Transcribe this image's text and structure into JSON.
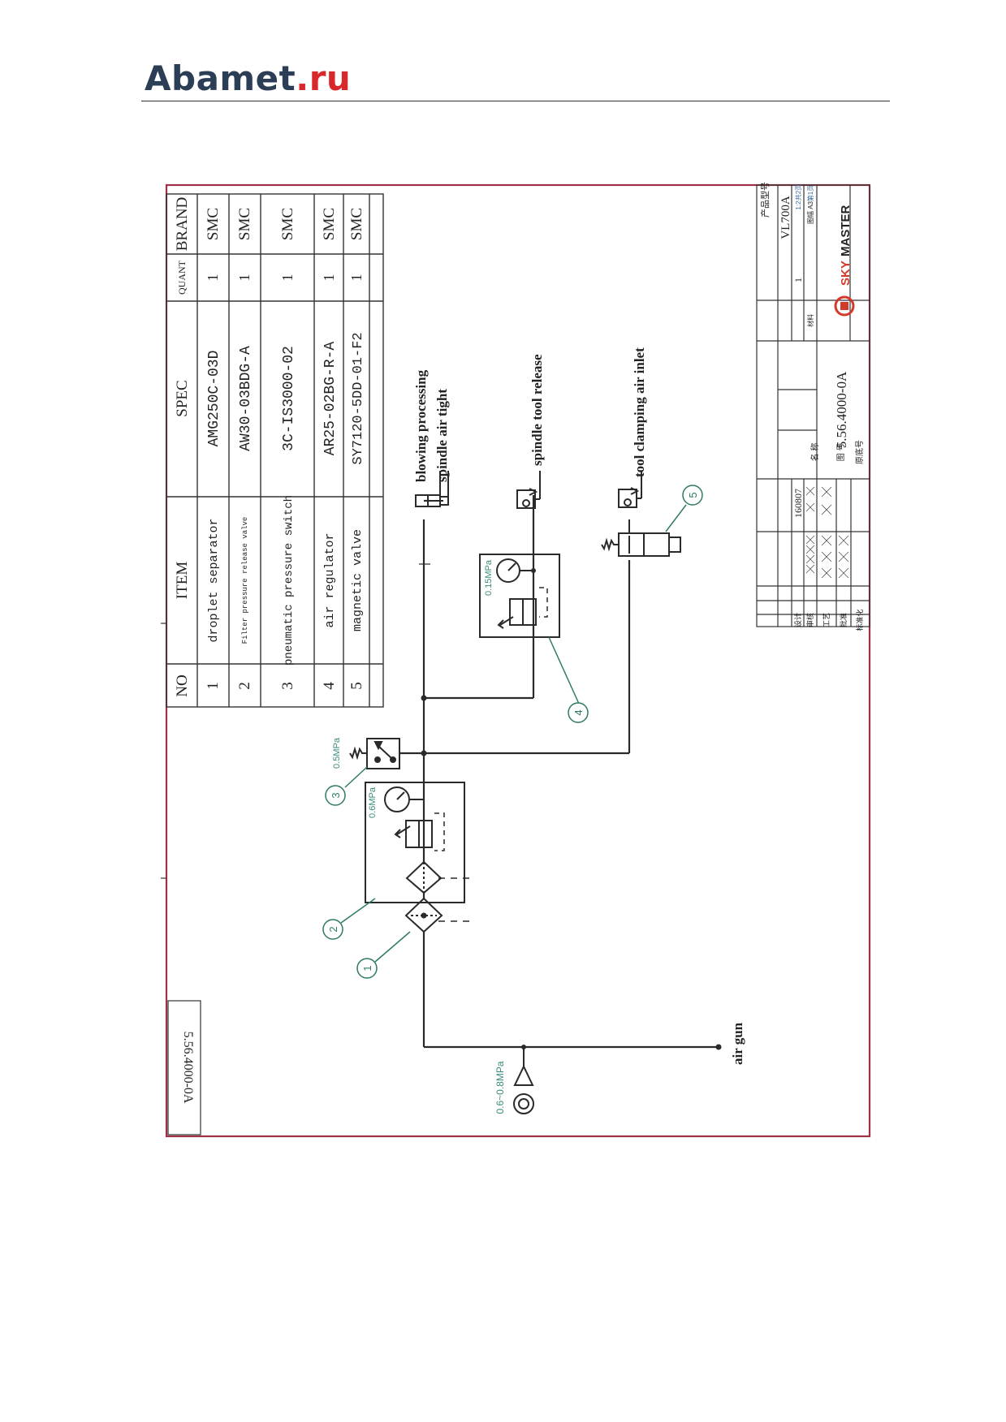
{
  "header": {
    "logo_name": "Abamet",
    "logo_tld": ".ru"
  },
  "drawing": {
    "margin_number": "5.56.4000-0A",
    "bom": {
      "headers": [
        "NO",
        "ITEM",
        "SPEC",
        "QUANT",
        "BRAND"
      ],
      "rows": [
        {
          "no": "1",
          "item": "droplet separator",
          "spec": "AMG250C-03D",
          "quant": "1",
          "brand": "SMC"
        },
        {
          "no": "2",
          "item": "Filter pressure release valve",
          "spec": "AW30-03BDG-A",
          "quant": "1",
          "brand": "SMC"
        },
        {
          "no": "3",
          "item": "pneumatic pressure switch",
          "spec": "3C-IS3000-02",
          "quant": "1",
          "brand": "SMC"
        },
        {
          "no": "4",
          "item": "air regulator",
          "spec": "AR25-02BG-R-A",
          "quant": "1",
          "brand": "SMC"
        },
        {
          "no": "5",
          "item": "magnetic valve",
          "spec": "SY7120-5DD-01-F2",
          "quant": "1",
          "brand": "SMC"
        }
      ]
    },
    "labels": {
      "blowing": "blowing processing",
      "spindle_air_tight": "spindle air tight",
      "spindle_tool_release": "spindle tool release",
      "tool_clamping": "tool clamping air inlet",
      "air_gun": "air gun",
      "source_pressure": "0.6~0.8MPa",
      "regulator_pressure_2": "0.6MPa",
      "switch_pressure_3": "0.5MPa",
      "regulator_pressure_4": "0.15MPa"
    },
    "callouts": [
      "1",
      "2",
      "3",
      "4",
      "5"
    ],
    "title_block": {
      "model_label": "产品型号",
      "model": "VL700A",
      "drawing_no": "5.56.4000-0A",
      "date": "160807",
      "scale": "1:2",
      "sheets": "共2页",
      "format": "图幅 A3",
      "sheet": "第1页",
      "quantity": "1",
      "brand_sky": "SKY",
      "brand_master": "MASTER",
      "rows": [
        "设计",
        "审核",
        "工艺",
        "批准",
        "标准化"
      ],
      "drawing_no_label": "图 号",
      "name_label": "名 称",
      "original_no": "原底号",
      "materials": "材料"
    },
    "colors": {
      "frame": "#a03048",
      "lines": "#2a2a2a",
      "callout": "#2f7a66",
      "pressure": "#3b8a7a",
      "brand_red": "#d23a2a"
    }
  }
}
